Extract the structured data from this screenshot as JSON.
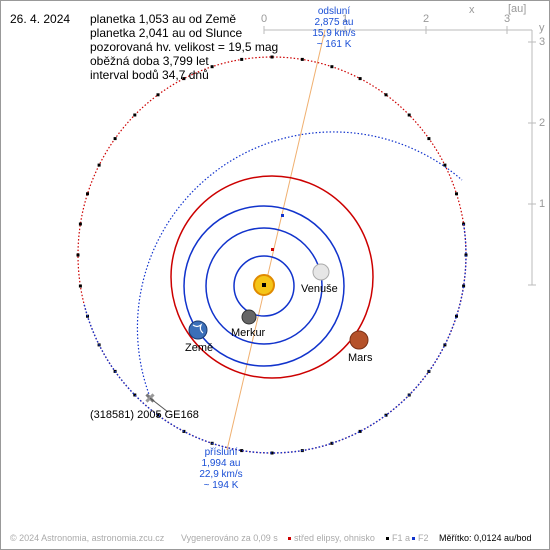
{
  "date": "26. 4. 2024",
  "info_lines": [
    "planetka 1,053 au od Země",
    "planetka 2,041 au od Slunce",
    "pozorovaná hv. velikost = 19,5 mag",
    "oběžná doba 3,799 let",
    "interval bodů 34,7 dnů"
  ],
  "axis": {
    "unit": "[au]",
    "x_letter": "x",
    "y_letter": "y",
    "x_ticks": [
      "0",
      "1",
      "2",
      "3"
    ],
    "y_ticks": [
      "3",
      "2",
      "1"
    ]
  },
  "aphelion": {
    "title": "odsluní",
    "distance": "2,875 au",
    "speed": "15,9 km/s",
    "temp": "~ 161 K"
  },
  "perihelion": {
    "title": "přísluní",
    "distance": "1,994 au",
    "speed": "22,9 km/s",
    "temp": "~ 194 K"
  },
  "bodies": {
    "venus": "Venuše",
    "mercury": "Merkur",
    "earth": "Země",
    "mars": "Mars",
    "asteroid": "(318581) 2005 GE168"
  },
  "footer": {
    "copyright": "© 2024 Astronomia, astronomia.zcu.cz",
    "generated": "Vygenerováno za 0,09 s",
    "center_legend": "střed elipsy, ohnisko",
    "focus_legend": "F1 a",
    "focus2_legend": "F2",
    "scale": "Měřítko: 0,0124 au/bod"
  },
  "colors": {
    "red_orbit": "#cc0000",
    "blue_orbit": "#1133cc",
    "apsis_line": "#f0b070",
    "text_blue": "#1a4fd6"
  }
}
